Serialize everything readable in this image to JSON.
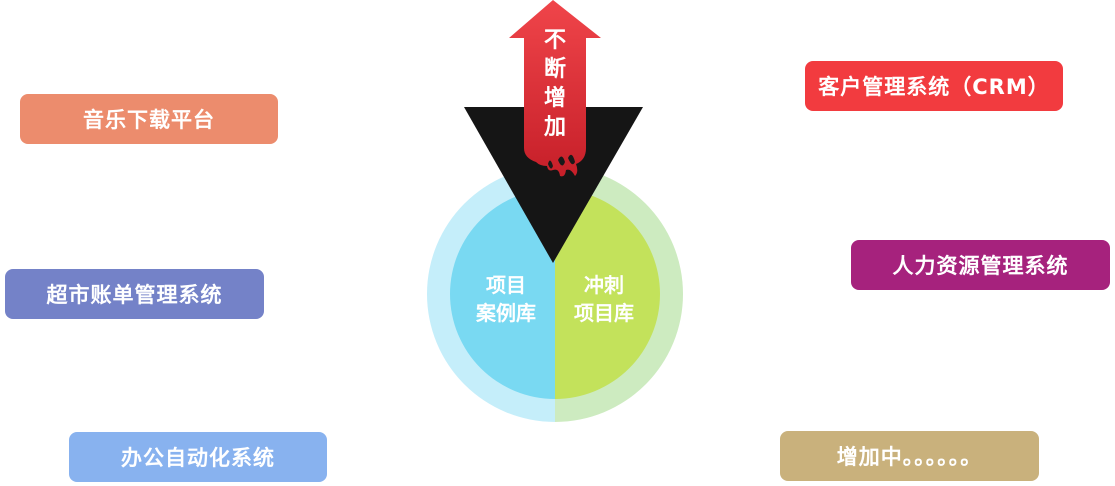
{
  "center": {
    "left_label_line1": "项目",
    "left_label_line2": "案例库",
    "right_label_line1": "冲刺",
    "right_label_line2": "项目库",
    "arrow_char1": "不",
    "arrow_char2": "断",
    "arrow_char3": "增",
    "arrow_char4": "加"
  },
  "left_tags": {
    "music": "音乐下载平台",
    "market": "超市账单管理系统",
    "office": "办公自动化系统"
  },
  "right_tags": {
    "crm": "客户管理系统（CRM）",
    "hr": "人力资源管理系统",
    "adding": "增加中。。。。。。"
  },
  "colors": {
    "music": "#ec8c6d",
    "market": "#7482c8",
    "office": "#88b2ef",
    "crm": "#f23b3f",
    "hr": "#a6227d",
    "adding": "#c9b17c",
    "circle_left": "#79d9f2",
    "circle_left_outer": "#c5eefa",
    "circle_right": "#c3e25b",
    "circle_right_outer": "#cdebc0",
    "triangle": "#151515",
    "arrow_top": "#f0454a",
    "arrow_bottom": "#c61f29"
  }
}
